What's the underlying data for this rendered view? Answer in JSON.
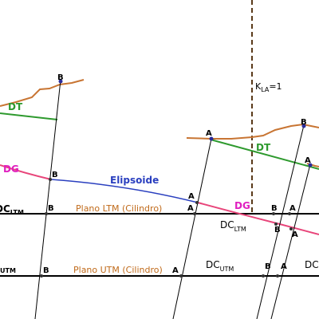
{
  "labels": {
    "kla": "K",
    "kla_sub": "LA",
    "kla_eq": "=1",
    "dt_left": "DT",
    "dt_right": "DT",
    "dg_left": "DG",
    "dg_right": "DG",
    "ellipsoid": "Elipsoide",
    "plano_ltm": "Plano LTM (Cilindro)",
    "plano_utm": "Plano UTM (Cilindro)",
    "dc_ltm_left": "DC",
    "dc_ltm_left_sub": "LTM",
    "dc_ltm_mid": "DC",
    "dc_ltm_mid_sub": "LTM",
    "dc_utm_left_sub": "UTM",
    "dc_utm_mid": "DC",
    "dc_utm_mid_sub": "UTM",
    "dc_utm_right": "DC"
  },
  "points": {
    "a": "A",
    "b": "B"
  },
  "colors": {
    "terrain": "#c87533",
    "dt": "#2e9a2e",
    "dg": "#e8457a",
    "ellipsoid": "#2a3fbf",
    "plane": "#000000",
    "ltm_label": "#c06a1a",
    "dg_text": "#e020c0",
    "dot": "#2a2a9a"
  }
}
